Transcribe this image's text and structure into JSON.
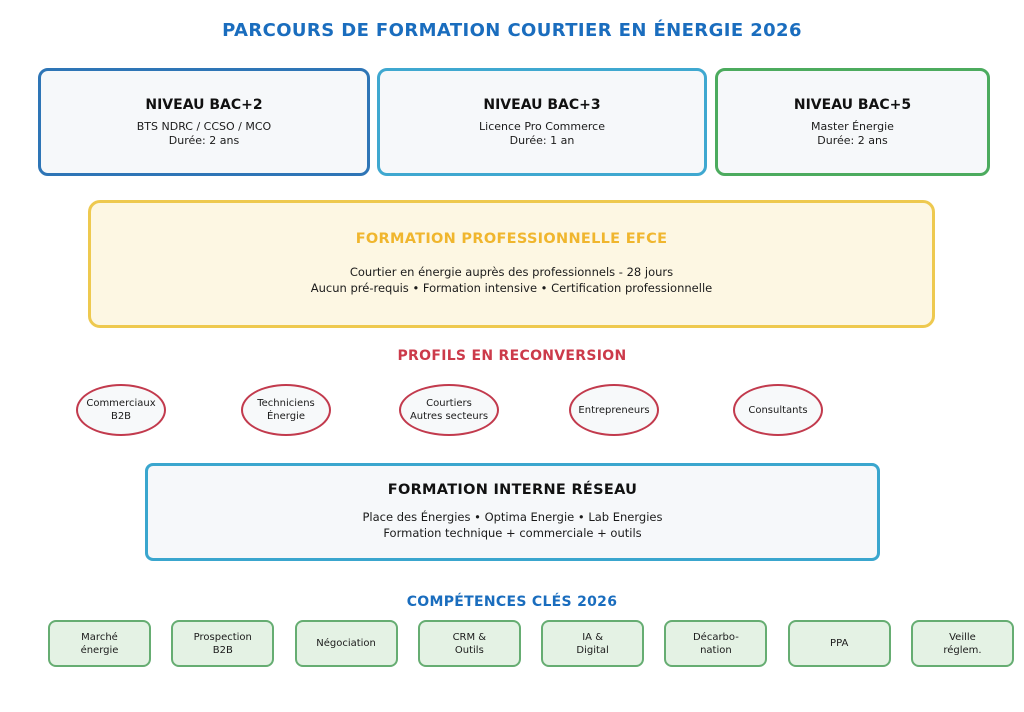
{
  "page": {
    "title": "PARCOURS DE FORMATION COURTIER EN ÉNERGIE 2026",
    "title_color": "#1a6dbe"
  },
  "levels": {
    "items": [
      {
        "title": "NIVEAU BAC+2",
        "line1": "BTS NDRC / CCSO / MCO",
        "line2": "Durée: 2 ans",
        "border_color": "#2e75b6"
      },
      {
        "title": "NIVEAU BAC+3",
        "line1": "Licence Pro Commerce",
        "line2": "Durée: 1 an",
        "border_color": "#3fa8d0"
      },
      {
        "title": "NIVEAU BAC+5",
        "line1": "Master Énergie",
        "line2": "Durée: 2 ans",
        "border_color": "#4cab5e"
      }
    ]
  },
  "formation_efce": {
    "title": "FORMATION PROFESSIONNELLE EFCE",
    "line1": "Courtier en énergie auprès des professionnels - 28 jours",
    "line2": "Aucun pré-requis • Formation intensive • Certification professionnelle",
    "title_color": "#f0b62e",
    "border_color": "#eec94f",
    "background_color": "#fdf7e3"
  },
  "profils": {
    "heading": "PROFILS EN RECONVERSION",
    "heading_color": "#cc3a4a",
    "ellipse_border_color": "#c23a4d",
    "items": [
      {
        "lines": [
          "Commerciaux",
          "B2B"
        ]
      },
      {
        "lines": [
          "Techniciens",
          "Énergie"
        ]
      },
      {
        "lines": [
          "Courtiers",
          "Autres secteurs"
        ]
      },
      {
        "lines": [
          "Entrepreneurs"
        ]
      },
      {
        "lines": [
          "Consultants"
        ]
      }
    ]
  },
  "formation_interne": {
    "title": "FORMATION INTERNE RÉSEAU",
    "line1": "Place des Énergies • Optima Energie • Lab Energies",
    "line2": "Formation technique + commerciale + outils",
    "border_color": "#3aa6ce"
  },
  "competences": {
    "heading": "COMPÉTENCES CLÉS 2026",
    "heading_color": "#1a6dbe",
    "box_border_color": "#66ad72",
    "box_background_color": "#e4f2e4",
    "items": [
      {
        "lines": [
          "Marché",
          "énergie"
        ]
      },
      {
        "lines": [
          "Prospection",
          "B2B"
        ]
      },
      {
        "lines": [
          "Négociation"
        ]
      },
      {
        "lines": [
          "CRM &",
          "Outils"
        ]
      },
      {
        "lines": [
          "IA &",
          "Digital"
        ]
      },
      {
        "lines": [
          "Décarbo-",
          "nation"
        ]
      },
      {
        "lines": [
          "PPA"
        ]
      },
      {
        "lines": [
          "Veille",
          "réglem."
        ]
      }
    ]
  }
}
